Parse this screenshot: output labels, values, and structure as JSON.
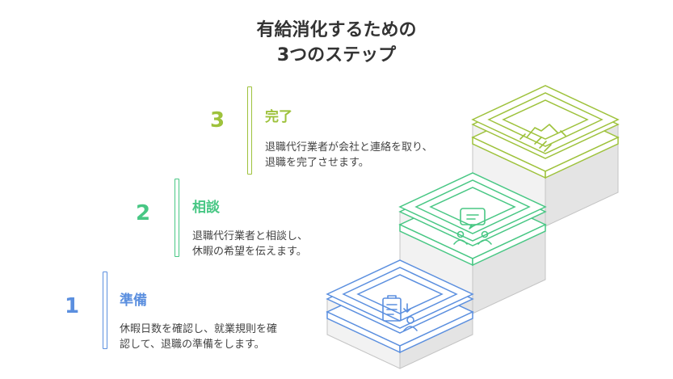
{
  "title": {
    "line1": "有給消化するための",
    "line2": "3つのステップ"
  },
  "colors": {
    "blue": "#5b8fdf",
    "green": "#48c784",
    "lime": "#9ec23c",
    "title": "#333333",
    "body": "#444444",
    "block_side": "#f2f2f2",
    "block_stroke": "#c4c4c4"
  },
  "steps": [
    {
      "number": "1",
      "title": "準備",
      "desc_line1": "休暇日数を確認し、就業規則を確",
      "desc_line2": "認して、退職の準備をします。",
      "icon": "clipboard-person-icon",
      "color": "#5b8fdf"
    },
    {
      "number": "2",
      "title": "相談",
      "desc_line1": "退職代行業者と相談し、",
      "desc_line2": "休暇の希望を伝えます。",
      "icon": "consultation-chat-icon",
      "color": "#48c784"
    },
    {
      "number": "3",
      "title": "完了",
      "desc_line1": "退職代行業者が会社と連絡を取り、",
      "desc_line2": "退職を完了させます。",
      "icon": "handshake-icon",
      "color": "#9ec23c"
    }
  ]
}
